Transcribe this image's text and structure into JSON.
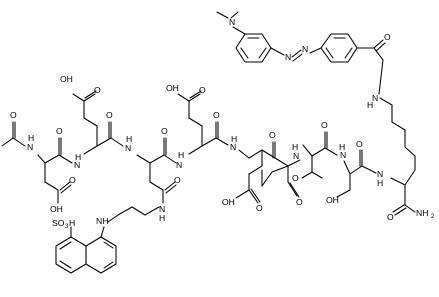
{
  "labels": {
    "acetyl_nh": "N\nH",
    "glu1_oh": "OH",
    "asp_oh": "OH",
    "amide_n1": "N\nH",
    "amide_h1": "H",
    "glu2_oh": "OH",
    "asn_nh_n": "N",
    "asn_nh_h": "H",
    "amide_h2": "H",
    "amide_n2": "N",
    "glu3_oh": "OH",
    "amide_n3": "N",
    "amide_h3": "H",
    "ile_o": "O",
    "amide_n4": "N",
    "amide_h4": "H",
    "ser_oh": "OH",
    "amide_n5": "N",
    "amide_h5": "H",
    "lys_nh": "N\nH",
    "nh2": "NH2",
    "n_me2": "N",
    "azo_n1": "N",
    "azo_n2": "N",
    "carbonyl_o": "O",
    "sulfo": "SO3H",
    "naph_nh": "N\nH",
    "nh_link": "NH"
  },
  "colors": {
    "bond": "#000000",
    "text": "#000000",
    "background": "#ffffff"
  }
}
